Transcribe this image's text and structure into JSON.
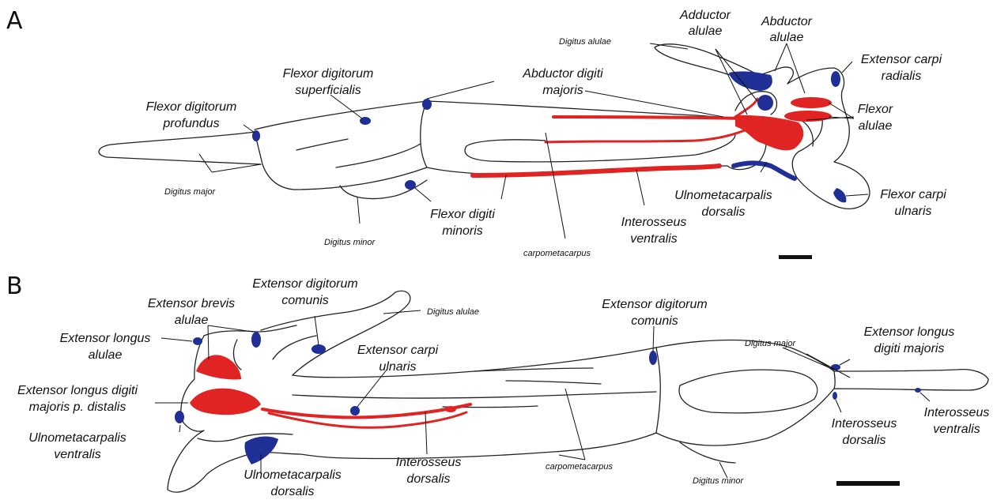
{
  "panels": {
    "a": {
      "letter": "A",
      "labels": {
        "digitus_alulae": "Digitus alulae",
        "adductor_alulae_1": "Adductor",
        "adductor_alulae_2": "alulae",
        "abductor_alulae_1": "Abductor",
        "abductor_alulae_2": "alulae",
        "extensor_carpi_radialis_1": "Extensor carpi",
        "extensor_carpi_radialis_2": "radialis",
        "flexor_alulae_1": "Flexor",
        "flexor_alulae_2": "alulae",
        "flexor_digitorum_superficialis_1": "Flexor digitorum",
        "flexor_digitorum_superficialis_2": "superficialis",
        "abductor_digiti_majoris_1": "Abductor digiti",
        "abductor_digiti_majoris_2": "majoris",
        "flexor_digitorum_profundus_1": "Flexor digitorum",
        "flexor_digitorum_profundus_2": "profundus",
        "digitus_major": "Digitus major",
        "digitus_minor": "Digitus minor",
        "flexor_digiti_minoris_1": "Flexor digiti",
        "flexor_digiti_minoris_2": "minoris",
        "carpometacarpus": "carpometacarpus",
        "interosseus_ventralis_1": "Interosseus",
        "interosseus_ventralis_2": "ventralis",
        "ulnometacarpalis_dorsalis_1": "Ulnometacarpalis",
        "ulnometacarpalis_dorsalis_2": "dorsalis",
        "flexor_carpi_ulnaris_1": "Flexor carpi",
        "flexor_carpi_ulnaris_2": "ulnaris"
      }
    },
    "b": {
      "letter": "B",
      "labels": {
        "extensor_digitorum_comunis_1": "Extensor digitorum",
        "extensor_digitorum_comunis_2": "comunis",
        "digitus_alulae": "Digitus alulae",
        "extensor_brevis_alulae_1": "Extensor brevis",
        "extensor_brevis_alulae_2": "alulae",
        "extensor_longus_alulae_1": "Extensor longus",
        "extensor_longus_alulae_2": "alulae",
        "extensor_carpi_ulnaris_1": "Extensor carpi",
        "extensor_carpi_ulnaris_2": "ulnaris",
        "extensor_digitorum_comunis_r_1": "Extensor digitorum",
        "extensor_digitorum_comunis_r_2": "comunis",
        "digitus_major": "Digitus major",
        "extensor_longus_digiti_majoris_1": "Extensor longus",
        "extensor_longus_digiti_majoris_2": "digiti majoris",
        "extensor_longus_digiti_majoris_pd_1": "Extensor longus digiti",
        "extensor_longus_digiti_majoris_pd_2": "majoris p. distalis",
        "ulnometacarpalis_ventralis_1": "Ulnometacarpalis",
        "ulnometacarpalis_ventralis_2": "ventralis",
        "interosseus_dorsalis_1": "Interosseus",
        "interosseus_dorsalis_2": "dorsalis",
        "carpometacarpus": "carpometacarpus",
        "digitus_minor": "Digitus minor",
        "ulnometacarpalis_dorsalis_1": "Ulnometacarpalis",
        "ulnometacarpalis_dorsalis_2": "dorsalis",
        "interosseus_dorsalis_r_1": "Interosseus",
        "interosseus_dorsalis_r_2": "dorsalis",
        "interosseus_ventralis_1": "Interosseus",
        "interosseus_ventralis_2": "ventralis"
      }
    }
  },
  "colors": {
    "muscle_origin_insertion_red": "#e02424",
    "muscle_attachment_blue": "#1f2f96",
    "bone_outline": "#222222"
  }
}
